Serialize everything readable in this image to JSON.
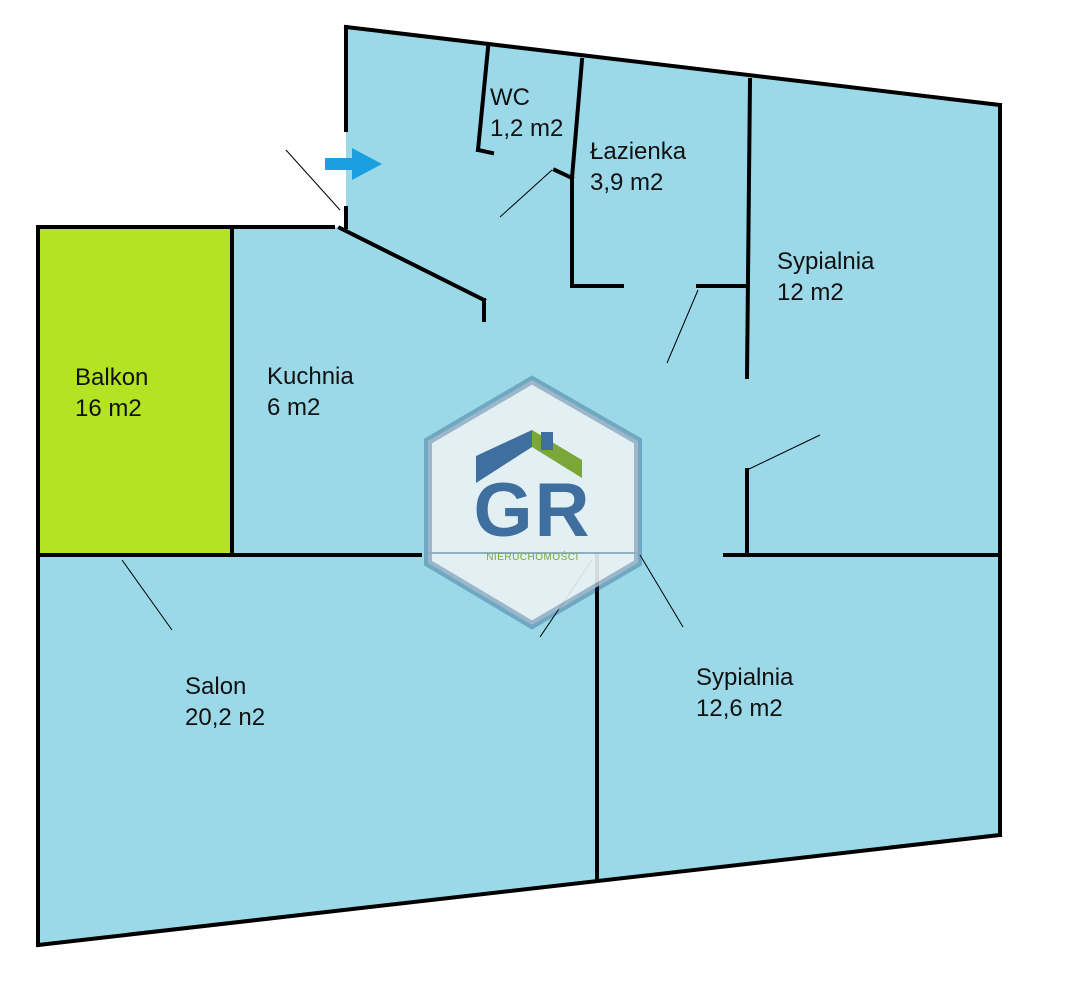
{
  "colors": {
    "room_fill": "#9bd9e8",
    "balcony_fill": "#b3e322",
    "wall": "#000000",
    "entry_arrow": "#1aa0e0",
    "logo_blue": "#3f6f9f",
    "logo_green": "#7aa63a"
  },
  "entrance": {
    "icon": "entry-arrow-icon"
  },
  "rooms": {
    "wc": {
      "name": "WC",
      "area": "1,2 m2"
    },
    "lazienka": {
      "name": "Łazienka",
      "area": "3,9 m2"
    },
    "sypialnia_1": {
      "name": "Sypialnia",
      "area": "12 m2"
    },
    "balkon": {
      "name": "Balkon",
      "area": "16 m2"
    },
    "kuchnia": {
      "name": "Kuchnia",
      "area": "6 m2"
    },
    "salon": {
      "name": "Salon",
      "area": "20,2 n2"
    },
    "sypialnia_2": {
      "name": "Sypialnia",
      "area": "12,6 m2"
    }
  },
  "watermark": {
    "logo_text": "GR",
    "subtitle": "NIERUCHOMOŚCI",
    "icon": "house-roof-icon"
  }
}
